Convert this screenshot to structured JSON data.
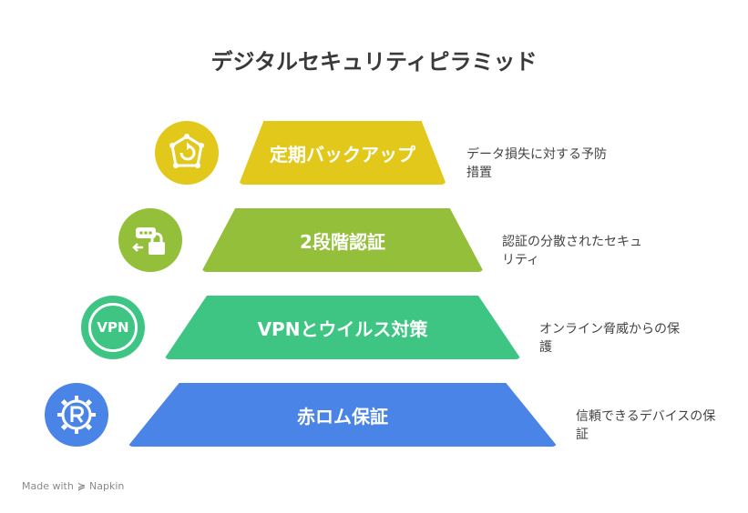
{
  "title": "デジタルセキュリティピラミッド",
  "tiers": [
    {
      "label": "定期バックアップ",
      "description": "データ損失に対する予防措置",
      "icon": "backup-icon",
      "color": "#e2c81a",
      "icon_color": "#e2c81a"
    },
    {
      "label": "2段階認証",
      "description": "認証の分散されたセキュリティ",
      "icon": "two-factor-icon",
      "color": "#93bf3a",
      "icon_color": "#93bf3a"
    },
    {
      "label": "VPNとウイルス対策",
      "description": "オンライン脅威からの保護",
      "icon": "vpn-icon",
      "color": "#3ec583",
      "icon_color": "#3ec583"
    },
    {
      "label": "赤ロム保証",
      "description": "信頼できるデバイスの保証",
      "icon": "registered-icon",
      "color": "#4a84e6",
      "icon_color": "#4a84e6"
    }
  ],
  "vpn_icon_text": "VPN",
  "footer": {
    "made_with": "Made with",
    "brand": "Napkin"
  }
}
